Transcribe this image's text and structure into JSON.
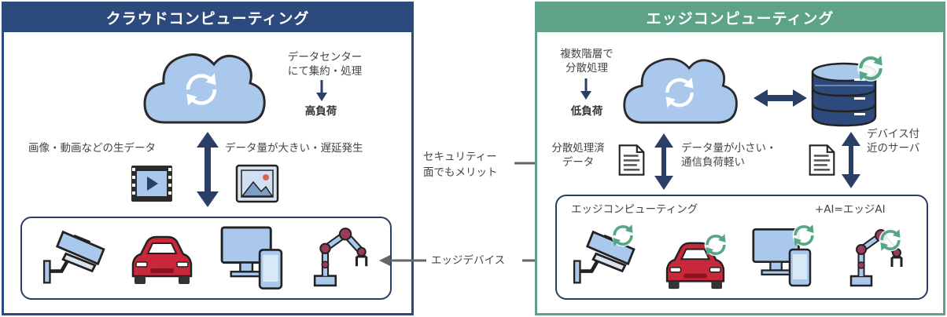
{
  "cloud_panel": {
    "title": "クラウドコンピューティング",
    "datacenter_note_line1": "データセンター",
    "datacenter_note_line2": "にて集約・処理",
    "load_label": "高負荷",
    "data_left": "画像・動画などの生データ",
    "data_right": "データ量が大きい・遅延発生",
    "colors": {
      "header": "#2d4a7c",
      "border": "#2d4a7c"
    }
  },
  "edge_panel": {
    "title": "エッジコンピューティング",
    "distributed_line1": "複数階層で",
    "distributed_line2": "分散処理",
    "load_label": "低負荷",
    "processed_line1": "分散処理済",
    "processed_line2": "データ",
    "small_data_line1": "データ量が小さい・",
    "small_data_line2": "通信負荷軽い",
    "server_line1": "デバイス付",
    "server_line2": "近のサーバ",
    "edge_caption": "エッジコンピューティング",
    "ai_caption": "+AI=エッジAI",
    "colors": {
      "header": "#5ea288",
      "border": "#5ea288"
    }
  },
  "middle": {
    "security_line1": "セキュリティー",
    "security_line2": "面でもメリット",
    "edge_devices": "エッジデバイス"
  },
  "icons": [
    "cloud-icon",
    "sync-icon",
    "server-icon",
    "document-icon",
    "video-file-icon",
    "image-file-icon",
    "security-camera-icon",
    "car-icon",
    "monitor-icon",
    "smartphone-icon",
    "robot-arm-icon"
  ],
  "colors": {
    "navy": "#2a3e66",
    "arrow_gray": "#666666",
    "cloud_fill": "#a9c8ec",
    "sync_green": "#56a884",
    "car_red": "#c9283a"
  }
}
